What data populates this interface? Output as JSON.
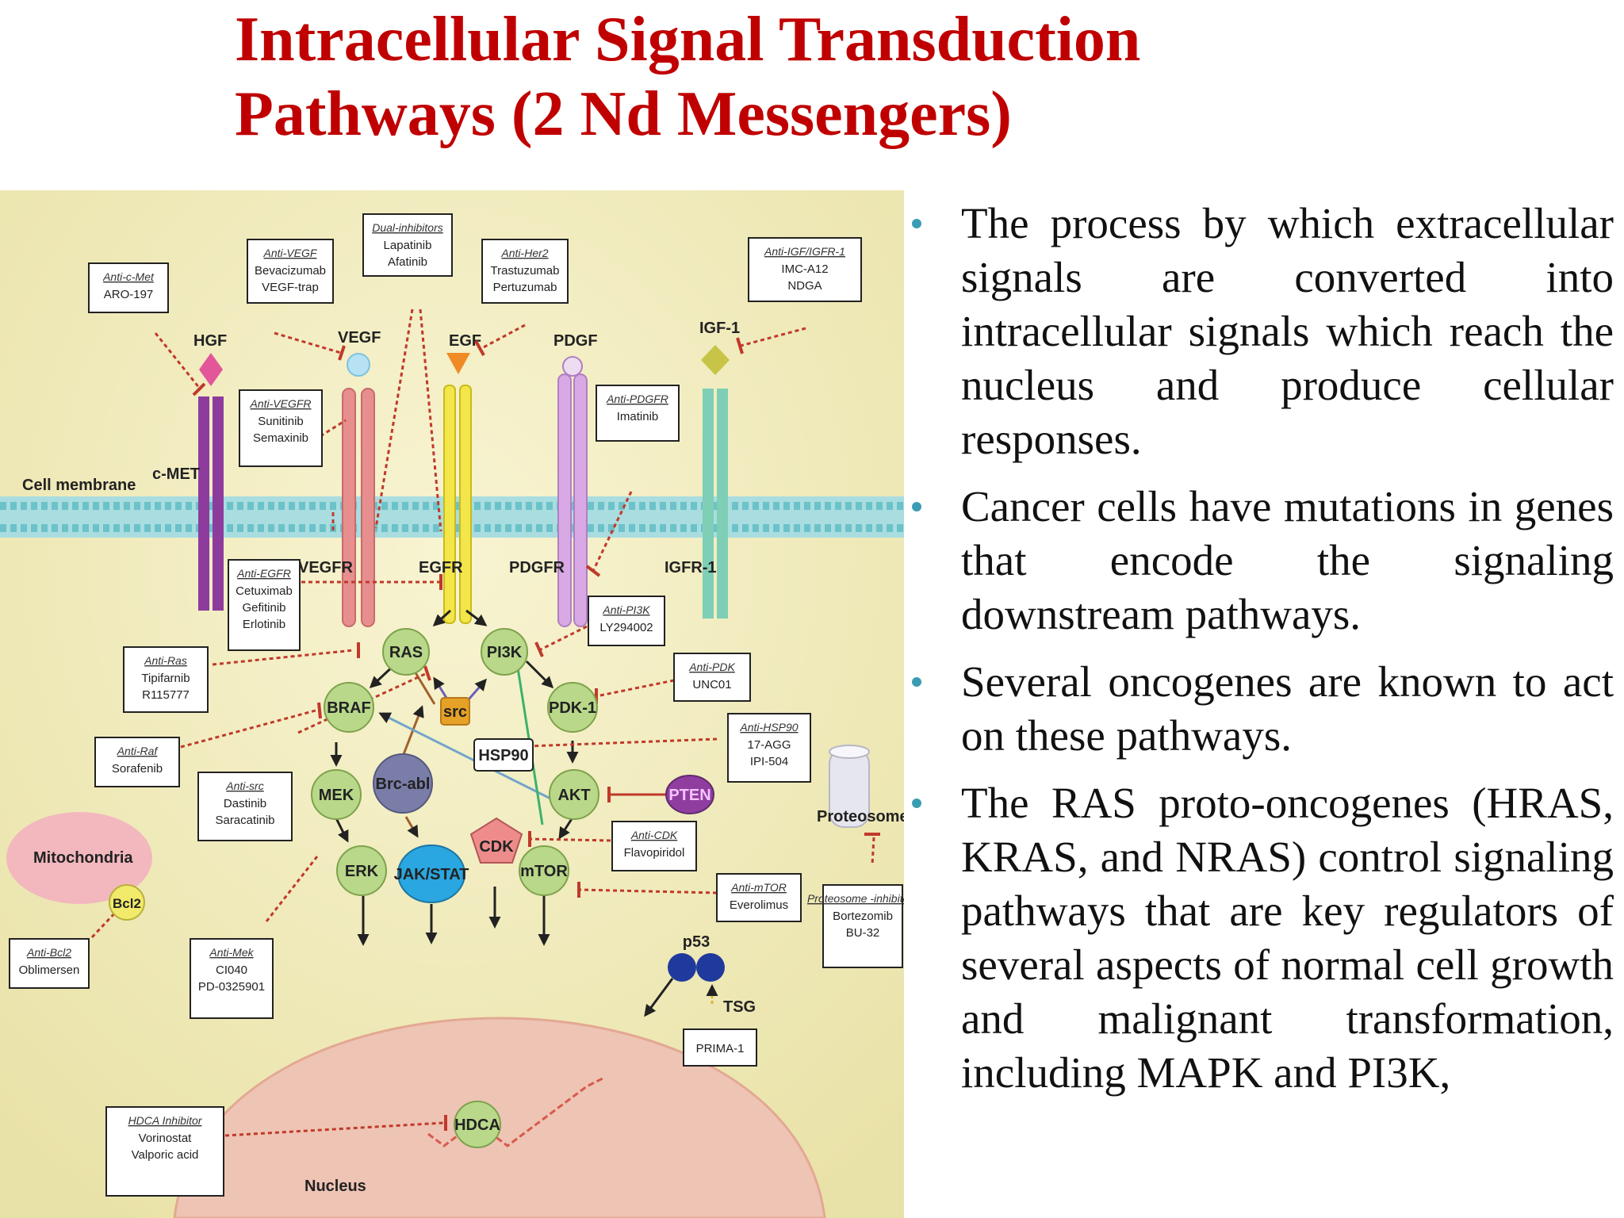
{
  "title": {
    "line1": "Intracellular Signal Transduction",
    "line2": "Pathways (2 Nd Messengers)"
  },
  "bullets": [
    "The process by which extracellular signals are converted into intracellular signals which reach the nucleus and produce cellular responses.",
    "Cancer cells have mutations in genes that encode the signaling downstream pathways.",
    " Several oncogenes are known to act on these pathways.",
    "The RAS proto-oncogenes (HRAS, KRAS, and NRAS) control signaling pathways that are key regulators of several aspects of normal cell growth and malignant transformation, including  MAPK and  PI3K,"
  ],
  "diagram": {
    "cell_membrane": "Cell membrane",
    "mitochondria": "Mitochondria",
    "proteosome": "Proteosome",
    "nucleus": "Nucleus",
    "ligands": {
      "hgf": "HGF",
      "vegf": "VEGF",
      "egf": "EGF",
      "pdgf": "PDGF",
      "igf1": "IGF-1"
    },
    "receptors": {
      "cmet": "c-MET",
      "vegfr": "VEGFR",
      "egfr": "EGFR",
      "pdgfr": "PDGFR",
      "igfr1": "IGFR-1"
    },
    "nodes": {
      "ras": "RAS",
      "pi3k": "PI3K",
      "braf": "BRAF",
      "src": "src",
      "pdk1": "PDK-1",
      "hsp90": "HSP90",
      "mek": "MEK",
      "brcabl": "Brc-abl",
      "akt": "AKT",
      "pten": "PTEN",
      "cdk": "CDK",
      "jakstat": "JAK/STAT",
      "erk": "ERK",
      "mtor": "mTOR",
      "bcl2": "Bcl2",
      "p53": "p53",
      "tsg": "TSG",
      "hdca": "HDCA"
    },
    "prima": "PRIMA-1",
    "inhibitor_boxes": {
      "anti_cmet": {
        "head": "Anti-c-Met",
        "items": [
          "ARO-197"
        ]
      },
      "anti_vegf": {
        "head": "Anti-VEGF",
        "items": [
          "Bevacizumab",
          "VEGF-trap"
        ]
      },
      "dual": {
        "head": "Dual-inhibitors",
        "items": [
          "Lapatinib",
          "Afatinib"
        ]
      },
      "anti_her2": {
        "head": "Anti-Her2",
        "items": [
          "Trastuzumab",
          "Pertuzumab"
        ]
      },
      "anti_igf": {
        "head": "Anti-IGF/IGFR-1",
        "items": [
          "IMC-A12",
          "NDGA"
        ]
      },
      "anti_vegfr": {
        "head": "Anti-VEGFR",
        "items": [
          "Sunitinib",
          "Semaxinib"
        ]
      },
      "anti_pdgfr": {
        "head": "Anti-PDGFR",
        "items": [
          "Imatinib"
        ]
      },
      "anti_egfr": {
        "head": "Anti-EGFR",
        "items": [
          "Cetuximab",
          "Gefitinib",
          "Erlotinib"
        ]
      },
      "anti_pi3k": {
        "head": "Anti-PI3K",
        "items": [
          "LY294002"
        ]
      },
      "anti_ras": {
        "head": "Anti-Ras",
        "items": [
          "Tipifarnib",
          "R115777"
        ]
      },
      "anti_pdk": {
        "head": "Anti-PDK",
        "items": [
          "UNC01"
        ]
      },
      "anti_raf": {
        "head": "Anti-Raf",
        "items": [
          "Sorafenib"
        ]
      },
      "anti_hsp90": {
        "head": "Anti-HSP90",
        "items": [
          "17-AGG",
          "IPI-504"
        ]
      },
      "anti_src": {
        "head": "Anti-src",
        "items": [
          "Dastinib",
          "Saracatinib"
        ]
      },
      "anti_cdk": {
        "head": "Anti-CDK",
        "items": [
          "Flavopiridol"
        ]
      },
      "anti_mtor": {
        "head": "Anti-mTOR",
        "items": [
          "Everolimus"
        ]
      },
      "proteosome_inh": {
        "head": "Proteosome -inhibitors",
        "items": [
          "Bortezomib",
          "BU-32"
        ]
      },
      "anti_bcl2": {
        "head": "Anti-Bcl2",
        "items": [
          "Oblimersen"
        ]
      },
      "anti_mek": {
        "head": "Anti-Mek",
        "items": [
          "CI040",
          "PD-0325901"
        ]
      },
      "hdca_inh": {
        "head": "HDCA Inhibitor",
        "items": [
          "Vorinostat",
          "Valporic acid"
        ]
      }
    }
  },
  "colors": {
    "title": "#c00000",
    "bullet_dot": "#3a9cb3",
    "node_fill": "#b9d88a",
    "inhibition": "#c0392b",
    "cell_bg": "#f3eec0",
    "nucleus": "#eec4b4",
    "membrane": "#8fd3d8"
  }
}
